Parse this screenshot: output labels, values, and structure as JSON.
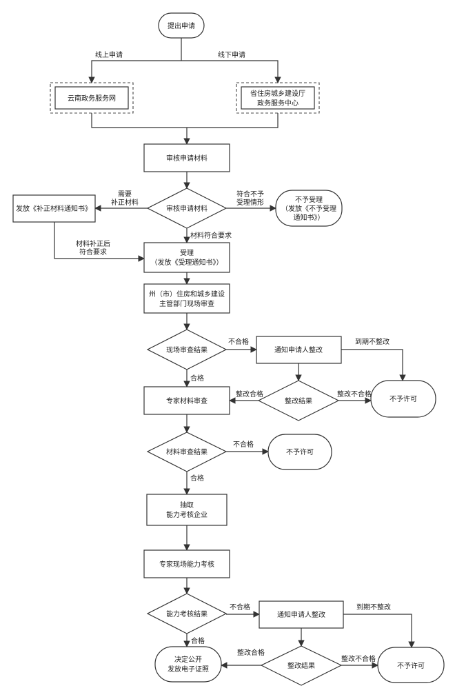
{
  "nodes": {
    "submit": "提出申请",
    "online_portal": "云南政务服务网",
    "offline_center_1": "省住房城乡建设厅",
    "offline_center_2": "政务服务中心",
    "review_materials": "审核申请材料",
    "review_decision": "审核申请材料",
    "issue_supplement_notice": "发放《补正材料通知书》",
    "reject_1": "不予受理",
    "reject_2": "（发放《不予受理",
    "reject_3": "通知书》）",
    "accept_1": "受理",
    "accept_2": "（发放《受理通知书》）",
    "site_inspection_1": "州（市）住房和城乡建设",
    "site_inspection_2": "主管部门现场审查",
    "site_result": "现场审查结果",
    "notify_rectify_1": "通知申请人整改",
    "rectify_result_1": "整改结果",
    "no_permit_1": "不予许可",
    "expert_review": "专家材料审查",
    "material_result": "材料审查结果",
    "no_permit_2": "不予许可",
    "extract_1": "抽取",
    "extract_2": "能力考核企业",
    "expert_site_assess": "专家现场能力考核",
    "ability_result": "能力考核结果",
    "notify_rectify_2": "通知申请人整改",
    "rectify_result_2": "整改结果",
    "no_permit_3": "不予许可",
    "final_1": "决定公开",
    "final_2": "发放电子证照"
  },
  "edge_labels": {
    "online": "线上申请",
    "offline": "线下申请",
    "need_1": "需要",
    "need_2": "补正材料",
    "not_meet_1": "符合不予",
    "not_meet_2": "受理情形",
    "materials_ok": "材料符合要求",
    "supplemented_1": "材料补正后",
    "supplemented_2": "符合要求",
    "site_fail": "不合格",
    "overdue_1": "到期不整改",
    "site_pass": "合格",
    "rect_pass_1": "整改合格",
    "rect_fail_1": "整改不合格",
    "mat_fail": "不合格",
    "mat_pass": "合格",
    "ability_fail": "不合格",
    "overdue_2": "到期不整改",
    "ability_pass": "合格",
    "rect_pass_2": "整改合格",
    "rect_fail_2": "整改不合格"
  }
}
